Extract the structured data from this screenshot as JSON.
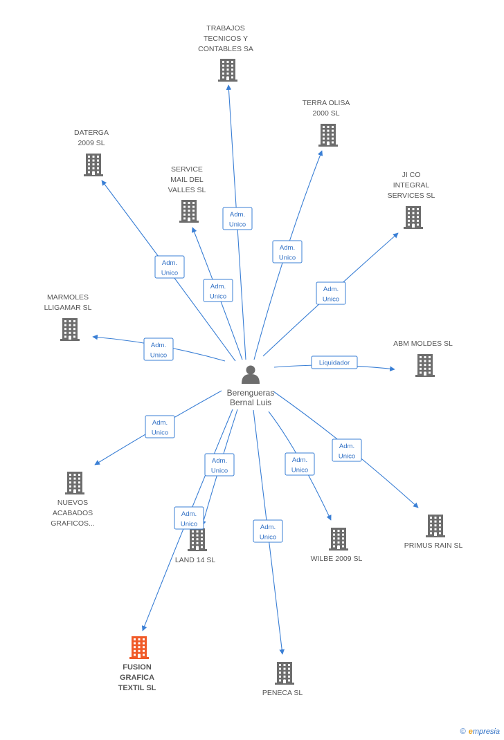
{
  "colors": {
    "edge": "#3a7fd5",
    "building": "#6d6d6d",
    "building_highlight": "#f05a28",
    "person": "#6d6d6d"
  },
  "center": {
    "name": [
      "Berengueras",
      "Bernal Luis"
    ],
    "icon": "person-icon"
  },
  "companies": [
    {
      "id": "trabajos",
      "lines": [
        "TRABAJOS",
        "TECNICOS Y",
        "CONTABLES SA"
      ]
    },
    {
      "id": "terra",
      "lines": [
        "TERRA OLISA",
        "2000 SL"
      ]
    },
    {
      "id": "daterga",
      "lines": [
        "DATERGA",
        "2009 SL"
      ]
    },
    {
      "id": "service",
      "lines": [
        "SERVICE",
        "MAIL DEL",
        "VALLES SL"
      ]
    },
    {
      "id": "jico",
      "lines": [
        "JI CO",
        "INTEGRAL",
        "SERVICES SL"
      ]
    },
    {
      "id": "marmoles",
      "lines": [
        "MARMOLES",
        "LLIGAMAR SL"
      ]
    },
    {
      "id": "abm",
      "lines": [
        "ABM MOLDES SL"
      ]
    },
    {
      "id": "nuevos",
      "lines": [
        "NUEVOS",
        "ACABADOS",
        "GRAFICOS..."
      ]
    },
    {
      "id": "land",
      "lines": [
        "LAND 14 SL"
      ]
    },
    {
      "id": "wilbe",
      "lines": [
        "WILBE 2009 SL"
      ]
    },
    {
      "id": "primus",
      "lines": [
        "PRIMUS RAIN SL"
      ]
    },
    {
      "id": "fusion",
      "lines": [
        "FUSION",
        "GRAFICA",
        "TEXTIL SL"
      ],
      "highlight": true
    },
    {
      "id": "peneca",
      "lines": [
        "PENECA SL"
      ]
    }
  ],
  "relations": [
    {
      "to": "trabajos",
      "label": [
        "Adm.",
        "Unico"
      ]
    },
    {
      "to": "terra",
      "label": [
        "Adm.",
        "Unico"
      ]
    },
    {
      "to": "daterga",
      "label": [
        "Adm.",
        "Unico"
      ]
    },
    {
      "to": "service",
      "label": [
        "Adm.",
        "Unico"
      ]
    },
    {
      "to": "jico",
      "label": [
        "Adm.",
        "Unico"
      ]
    },
    {
      "to": "marmoles",
      "label": [
        "Adm.",
        "Unico"
      ]
    },
    {
      "to": "abm",
      "label": [
        "Liquidador"
      ]
    },
    {
      "to": "nuevos",
      "label": [
        "Adm.",
        "Unico"
      ]
    },
    {
      "to": "land",
      "label": [
        "Adm.",
        "Unico"
      ]
    },
    {
      "to": "wilbe",
      "label": [
        "Adm.",
        "Unico"
      ]
    },
    {
      "to": "primus",
      "label": [
        "Adm.",
        "Unico"
      ]
    },
    {
      "to": "fusion",
      "label": [
        "Adm.",
        "Unico"
      ]
    },
    {
      "to": "peneca",
      "label": [
        "Adm.",
        "Unico"
      ]
    }
  ],
  "footer": {
    "copyright": "©",
    "brand_e": "e",
    "brand_rest": "mpresia"
  }
}
